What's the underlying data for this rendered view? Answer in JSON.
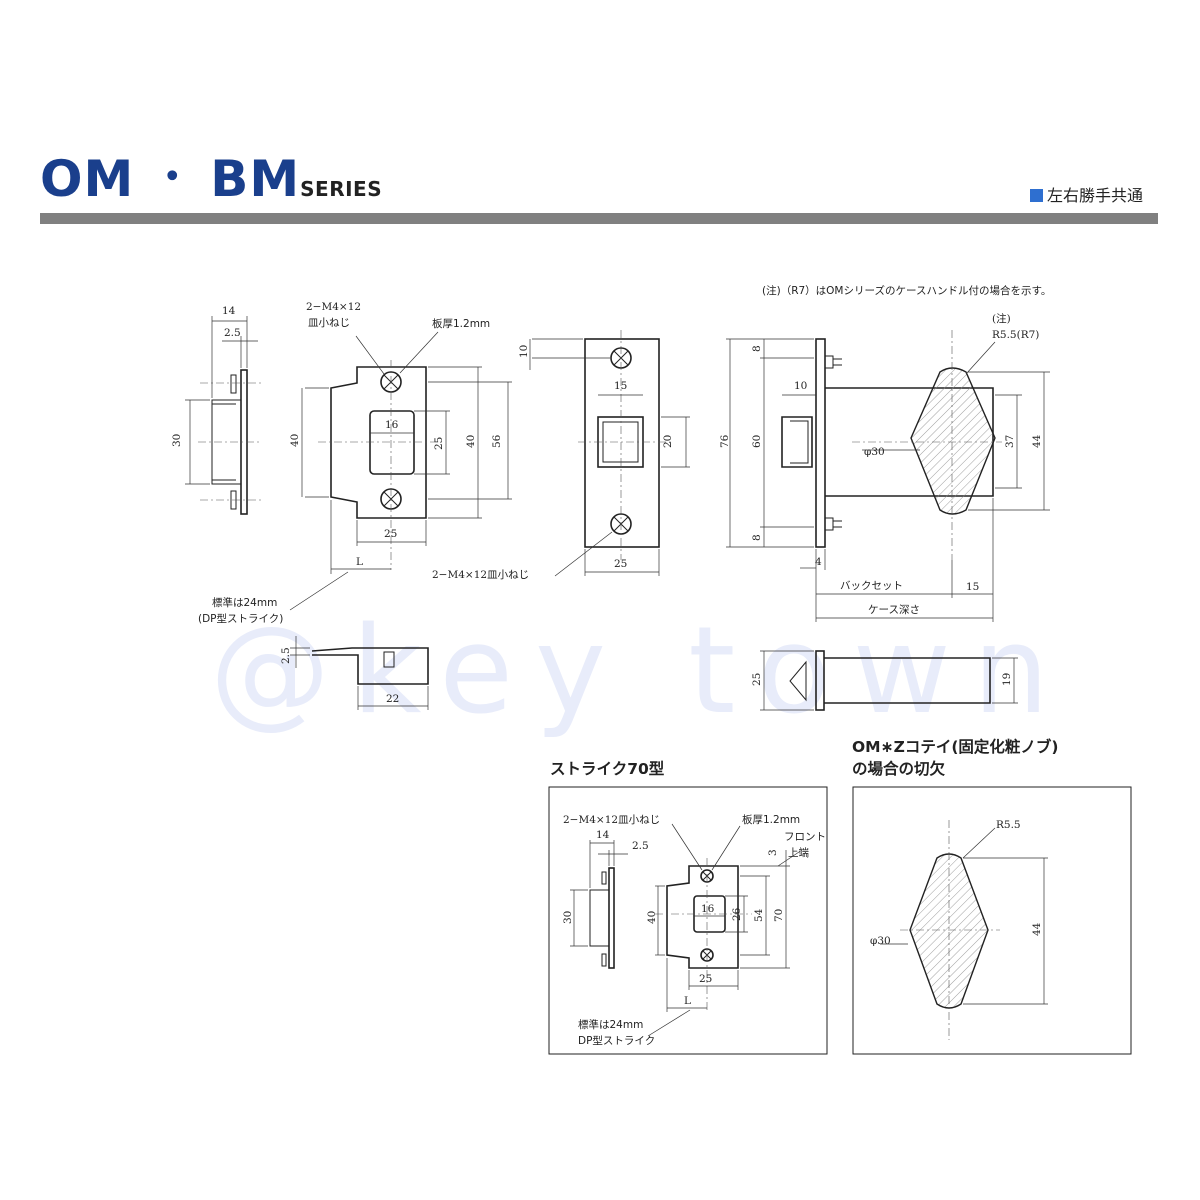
{
  "header": {
    "title_main": "OM",
    "title_sep": "・",
    "title_second": "BM",
    "title_suffix": "SERIES",
    "note": "左右勝手共通"
  },
  "watermark": "@key town",
  "top_note": "(注)（R7）はOMシリーズのケースハンドル付の場合を示す。",
  "strike_main": {
    "dims": [
      "14",
      "2.5",
      "30",
      "40",
      "16",
      "25",
      "40",
      "56",
      "25",
      "L"
    ],
    "screw_label_1": "2−M4×12",
    "screw_label_2": "皿小ねじ",
    "plate_label": "板厚1.2mm",
    "standard_1": "標準は24mm",
    "standard_2": "(DP型ストライク)"
  },
  "strike_bottom": {
    "dims": [
      "2.5",
      "22"
    ]
  },
  "front_plate": {
    "dims": [
      "10",
      "15",
      "20",
      "25"
    ],
    "screw_label": "2−M4×12皿小ねじ"
  },
  "latch_side": {
    "dims": [
      "76",
      "60",
      "8",
      "8",
      "10",
      "4",
      "15",
      "37",
      "44"
    ],
    "note_label": "(注)",
    "radius_label": "R5.5(R7)",
    "phi_label": "φ30",
    "backset_label": "バックセット",
    "case_depth_label": "ケース深さ"
  },
  "latch_top": {
    "dims": [
      "25",
      "19"
    ]
  },
  "strike70": {
    "title": "ストライク70型",
    "screw_label": "2−M4×12皿小ねじ",
    "plate_label": "板厚1.2mm",
    "front_label": "フロント",
    "top_end_label": "上端",
    "dims": [
      "14",
      "2.5",
      "3",
      "30",
      "40",
      "16",
      "26",
      "54",
      "70",
      "25",
      "L"
    ],
    "standard_1": "標準は24mm",
    "standard_2": "DP型ストライク"
  },
  "cutout": {
    "title_1": "OM∗Zコテイ(固定化粧ノブ)",
    "title_2": "の場合の切欠",
    "radius_label": "R5.5",
    "phi_label": "φ30",
    "dim": "44"
  }
}
